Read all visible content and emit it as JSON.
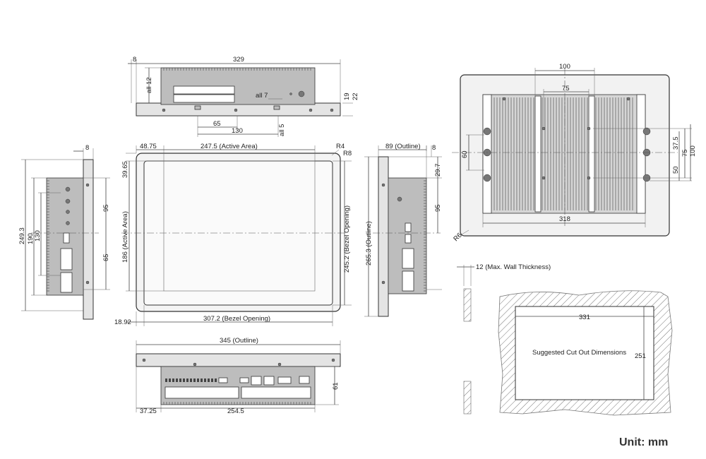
{
  "unit_label": "Unit: mm",
  "top_view": {
    "overall": "329",
    "flange": "8",
    "left_height": "all 12",
    "hole_a": "all 7",
    "right_h1": "19",
    "right_h2": "22",
    "span_small": "65",
    "span_large": "130",
    "hole_b": "all 5"
  },
  "front_view": {
    "offset_left": "48.75",
    "active_width": "247.5 (Active Area)",
    "corner_r1": "R4",
    "corner_r2": "R8",
    "offset_top": "39.65",
    "active_height": "186 (Active Area)",
    "bezel_height": "245.2 (Bezel Opening)",
    "bezel_width": "307.2 (Bezel Opening)",
    "offset_bottom": "18.92"
  },
  "left_view": {
    "flange": "8",
    "outline_h": "249.3",
    "h190": "190",
    "h130": "130",
    "h95": "95",
    "h65": "65"
  },
  "right_view": {
    "outline_w": "89 (Outline)",
    "flange": "8",
    "h29": "29.7",
    "outline_h": "265.3 (Outline)",
    "h95": "95"
  },
  "rear_view": {
    "w100": "100",
    "w75": "75",
    "h60": "60",
    "h37": "37.5",
    "h75": "75",
    "h100": "100",
    "h50": "50",
    "w318": "318",
    "corner": "R6"
  },
  "bottom_view": {
    "outline": "345 (Outline)",
    "height": "61",
    "offset": "37.25",
    "span": "254.5"
  },
  "cutout": {
    "wall": "12 (Max. Wall Thickness)",
    "width": "331",
    "height": "251",
    "caption": "Suggested Cut Out Dimensions"
  }
}
